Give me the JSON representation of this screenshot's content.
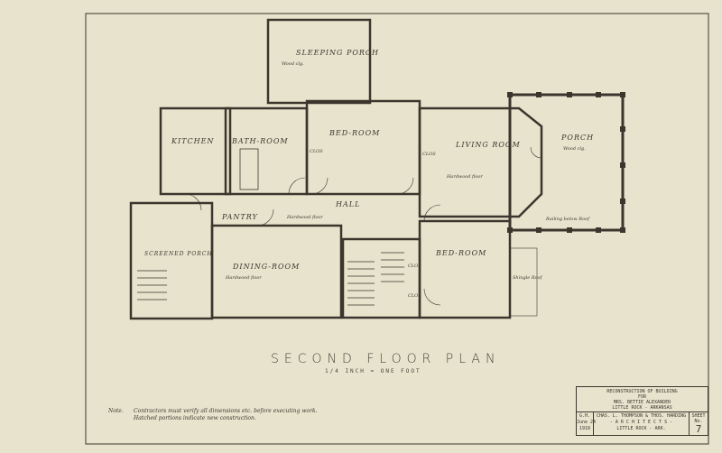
{
  "plan": {
    "title": "SECOND FLOOR PLAN",
    "scale": "1/4 INCH = ONE FOOT",
    "rooms": {
      "sleeping_porch": "SLEEPING PORCH",
      "bed_room_1": "BED-ROOM",
      "kitchen": "KITCHEN",
      "bath_room": "BATH-ROOM",
      "living_room": "LIVING ROOM",
      "porch": "PORCH",
      "hall": "HALL",
      "pantry": "PANTRY",
      "screened_porch": "SCREENED PORCH",
      "dining_room": "DINING-ROOM",
      "bed_room_2": "BED-ROOM",
      "clos_1": "CLOS",
      "clos_2": "CLOS",
      "clos_3": "CLOS",
      "clos_4": "CLOS"
    },
    "annotations": {
      "hardwood_1": "Hardwood floor",
      "hardwood_2": "Hardwood floor",
      "hardwood_3": "Hardwood floor",
      "wood_ceiling_1": "Wood clg.",
      "wood_ceiling_2": "Wood clg.",
      "railing": "Railing below Roof",
      "roof": "Shingle Roof"
    }
  },
  "notes": {
    "label": "Note.",
    "line1": "Contractors must verify all dimensions etc. before executing work.",
    "line2": "Hatched portions indicate new construction."
  },
  "title_block": {
    "line1": "RECONSTRUCTION OF BUILDING",
    "line2": "FOR",
    "line3": "MRS. BETTIE ALEXANDER",
    "line4": "LITTLE ROCK - ARKANSAS",
    "drawn": "G.H.",
    "date": "June 24",
    "year": "1918",
    "firm": "CHAS. L. THOMPSON & THOS. HARDING",
    "role": "- A R C H I T E C T S -",
    "city": "LITTLE ROCK - ARK.",
    "sheet_label": "SHEET",
    "sheet_no_label": "No.",
    "sheet_no": "7"
  }
}
